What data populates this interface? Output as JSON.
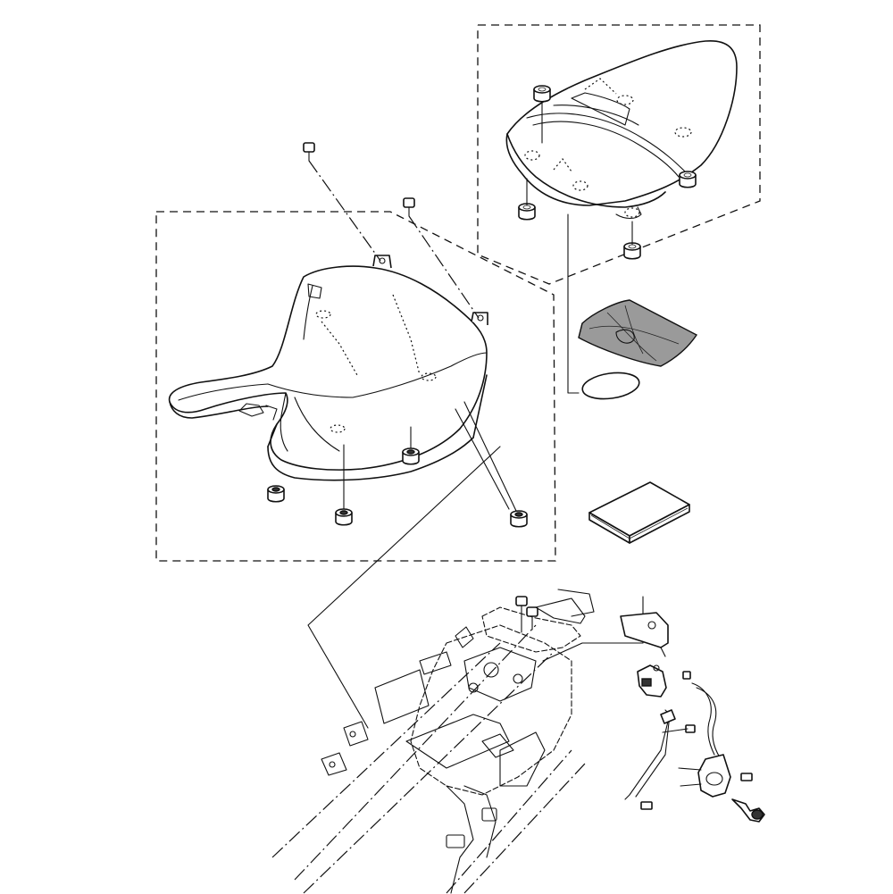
{
  "diagram": {
    "parts": [
      {
        "id": "rear-seat",
        "icon": "passenger-seat-icon"
      },
      {
        "id": "front-seat",
        "icon": "rider-seat-icon"
      },
      {
        "id": "seat-cover",
        "icon": "seat-cover-bag-icon"
      },
      {
        "id": "band",
        "icon": "rubber-band-icon"
      },
      {
        "id": "manual",
        "icon": "owners-manual-icon"
      },
      {
        "id": "frame",
        "icon": "rear-frame-icon"
      },
      {
        "id": "seat-lock",
        "icon": "seat-lock-assembly-icon"
      }
    ]
  }
}
